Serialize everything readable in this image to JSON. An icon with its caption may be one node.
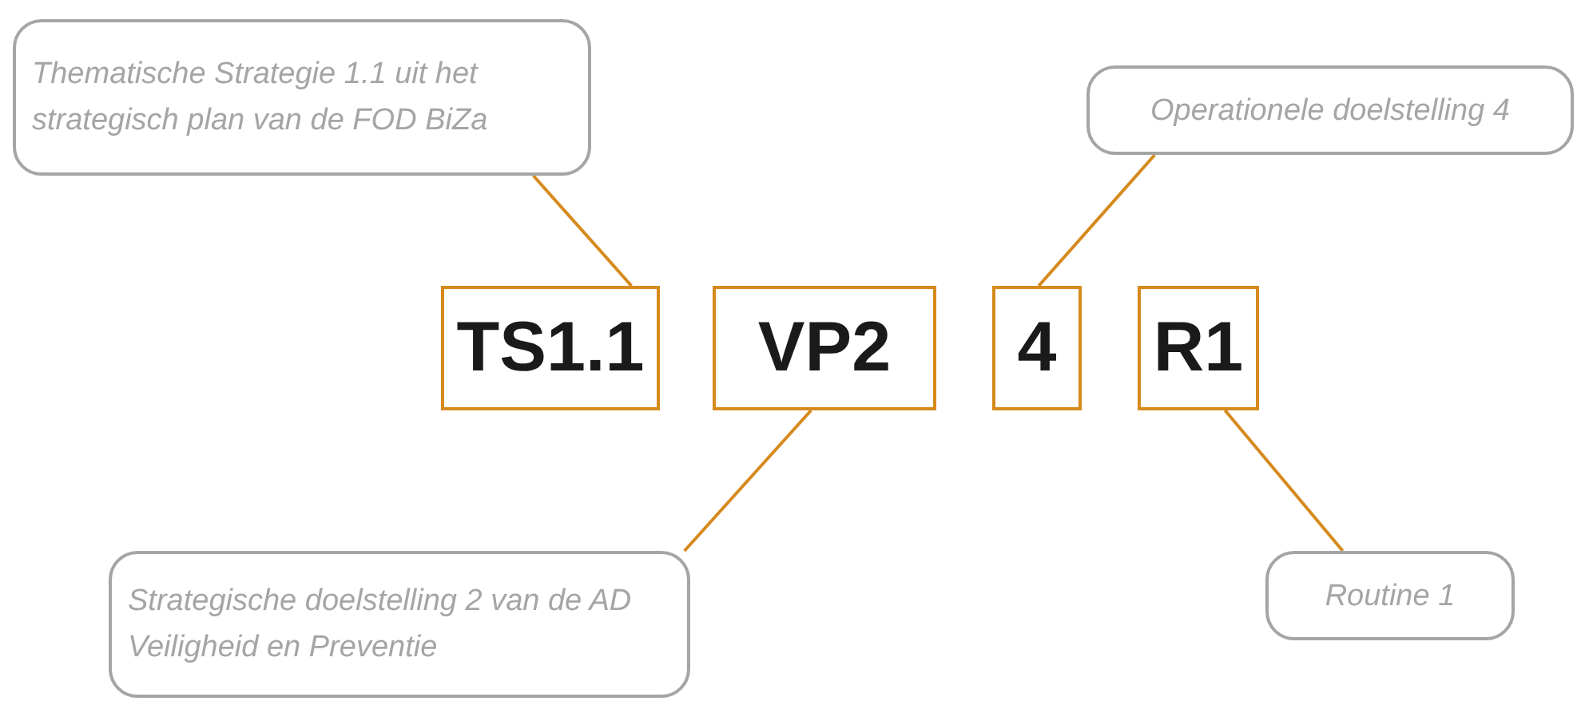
{
  "diagram": {
    "nodes": [
      {
        "text": [
          "Thematische Strategie 1.1 uit het strategisch plan van de FOD BiZa"
        ]
      },
      {
        "text": [
          "Operationele doelstelling 4"
        ]
      },
      {
        "text": [
          "TS1.1"
        ]
      },
      {
        "text": [
          "VP2"
        ]
      },
      {
        "text": [
          "4"
        ]
      },
      {
        "text": [
          "R1"
        ]
      },
      {
        "text": [
          "Strategische doelstelling 2 van de AD Veiligheid en Preventie"
        ]
      },
      {
        "text": [
          "Routine 1"
        ]
      }
    ],
    "edges": [
      {
        "from": 0,
        "to": 2,
        "arrow": "none"
      },
      {
        "from": 1,
        "to": 4,
        "arrow": "none"
      },
      {
        "from": 6,
        "to": 3,
        "arrow": "none"
      },
      {
        "from": 7,
        "to": 5,
        "arrow": "none"
      }
    ]
  }
}
